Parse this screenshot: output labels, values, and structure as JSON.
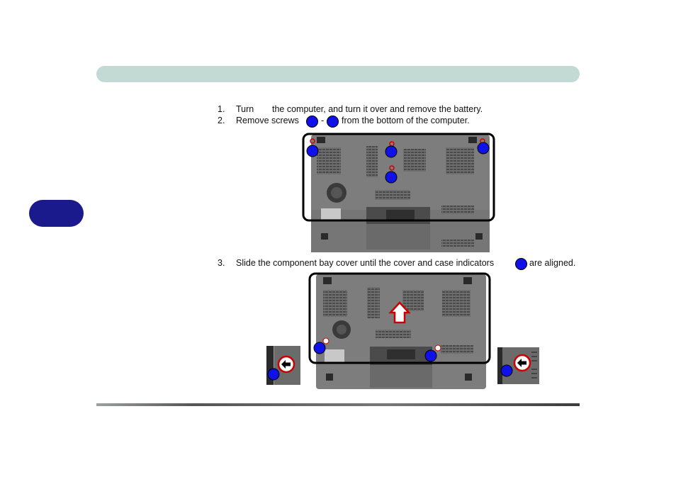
{
  "steps": [
    {
      "num": "1.",
      "a": "Turn",
      "b": "the computer, and turn it over and remove the battery."
    },
    {
      "num": "2.",
      "a": "Remove screws",
      "sep": "-",
      "b": "from the bottom of the computer."
    },
    {
      "num": "3.",
      "a": "Slide the component bay cover until the cover and case indicators",
      "b": "are aligned."
    }
  ],
  "colors": {
    "header": "#c3d9d4",
    "tab": "#1b1a8c",
    "marker": "#1010e8"
  },
  "icons": [
    "screw-icon",
    "arrow-up-icon",
    "arrow-left-icon"
  ]
}
